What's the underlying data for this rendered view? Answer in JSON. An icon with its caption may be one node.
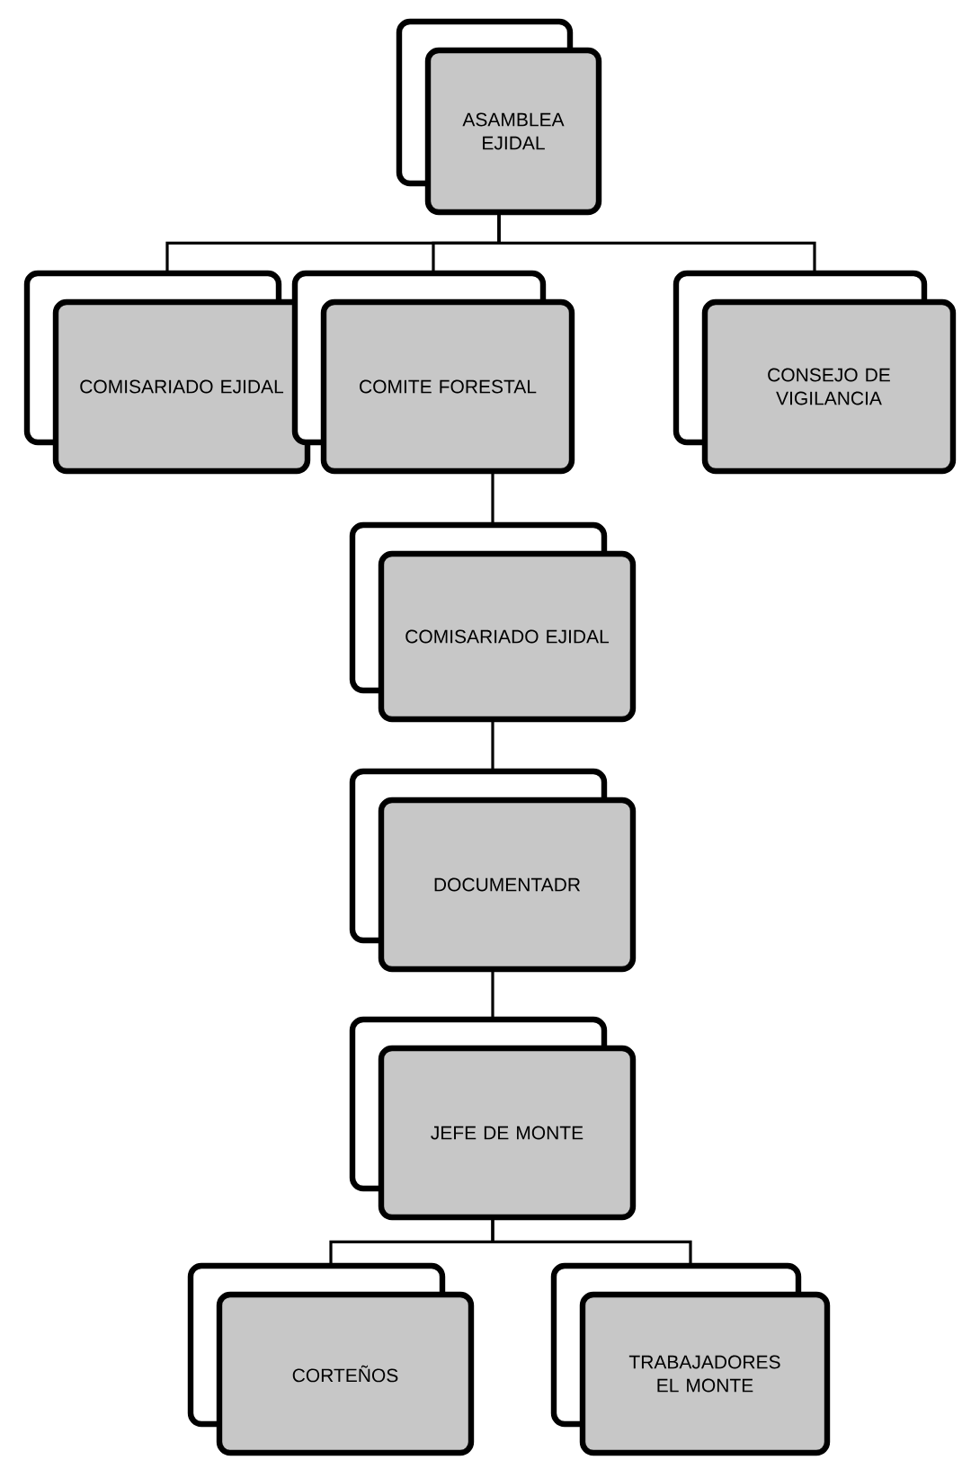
{
  "diagram": {
    "nodes": [
      {
        "text": [
          "ASAMBLEA EJIDAL"
        ]
      },
      {
        "text": [
          "COMISARIADO EJIDAL"
        ]
      },
      {
        "text": [
          "COMITE FORESTAL"
        ]
      },
      {
        "text": [
          "CONSEJO DE VIGILANCIA"
        ]
      },
      {
        "text": [
          "COMISARIADO EJIDAL"
        ]
      },
      {
        "text": [
          "DOCUMENTADR"
        ]
      },
      {
        "text": [
          "JEFE DE MONTE"
        ]
      },
      {
        "text": [
          "CORTEÑOS"
        ]
      },
      {
        "text": [
          "TRABAJADORES EL MONTE"
        ]
      }
    ],
    "edges": [
      {
        "from": 0,
        "to": 1,
        "arrow": "none"
      },
      {
        "from": 0,
        "to": 2,
        "arrow": "none"
      },
      {
        "from": 0,
        "to": 3,
        "arrow": "none"
      },
      {
        "from": 2,
        "to": 4,
        "arrow": "none"
      },
      {
        "from": 4,
        "to": 5,
        "arrow": "none"
      },
      {
        "from": 5,
        "to": 6,
        "arrow": "none"
      },
      {
        "from": 6,
        "to": 7,
        "arrow": "none"
      },
      {
        "from": 6,
        "to": 8,
        "arrow": "none"
      }
    ]
  }
}
